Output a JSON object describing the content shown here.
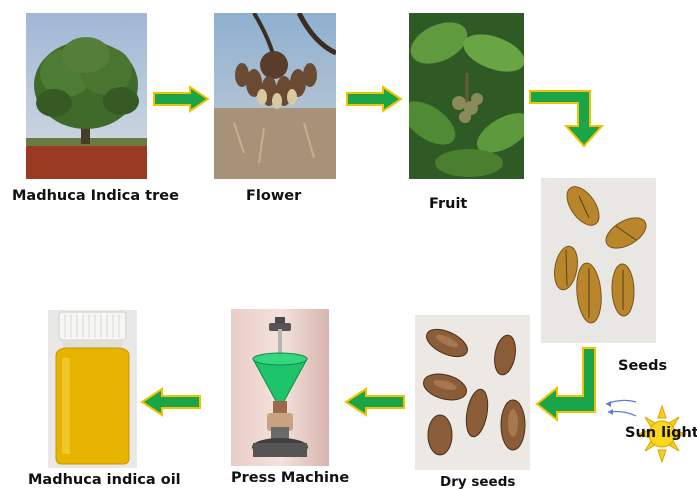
{
  "stages": {
    "tree": {
      "label": "Madhuca Indica tree"
    },
    "flower": {
      "label": "Flower"
    },
    "fruit": {
      "label": "Fruit"
    },
    "seeds": {
      "label": "Seeds"
    },
    "dry_seeds": {
      "label": "Dry seeds"
    },
    "press": {
      "label": "Press Machine"
    },
    "oil": {
      "label": "Madhuca indica oil"
    }
  },
  "sun": {
    "label": "Sun light"
  },
  "colors": {
    "arrow_fill": "#1aa548",
    "arrow_border": "#f2c200",
    "oil": "#e6b400",
    "funnel": "#1ec46a"
  }
}
